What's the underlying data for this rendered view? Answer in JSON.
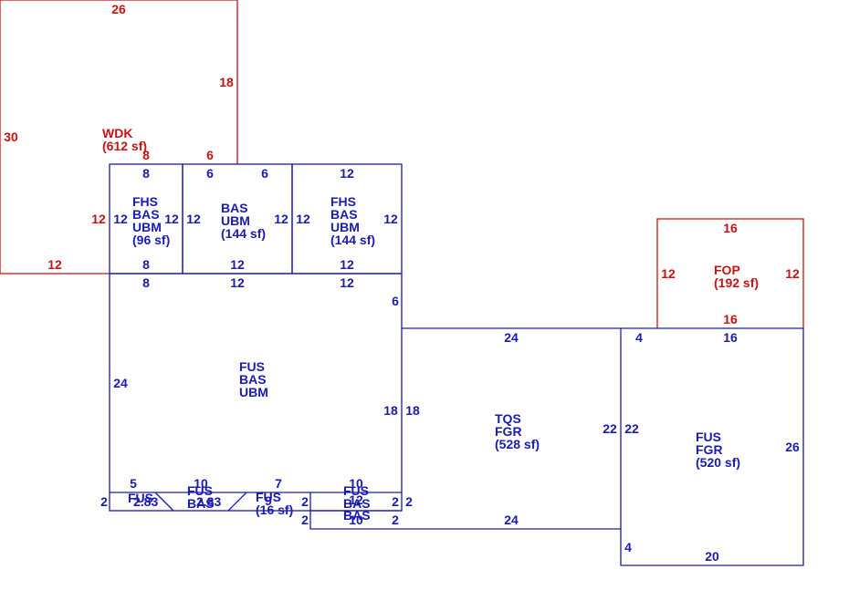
{
  "colors": {
    "deck": "#cc1111",
    "building": "#1a1ab4",
    "background": "#ffffff"
  },
  "areas": {
    "wdk": {
      "code": "WDK",
      "area": "(612 sf)"
    },
    "fhs_left": {
      "lines": [
        "FHS",
        "BAS",
        "UBM"
      ],
      "area": "(96 sf)"
    },
    "bas_mid": {
      "lines": [
        "BAS",
        "UBM"
      ],
      "area": "(144 sf)"
    },
    "fhs_right": {
      "lines": [
        "FHS",
        "BAS",
        "UBM"
      ],
      "area": "(144 sf)"
    },
    "fus_main": {
      "lines": [
        "FUS",
        "BAS",
        "UBM"
      ]
    },
    "tqs": {
      "lines": [
        "TQS",
        "FGR"
      ],
      "area": "(528 sf)"
    },
    "fus_garage": {
      "lines": [
        "FUS",
        "FGR"
      ],
      "area": "(520 sf)"
    },
    "fop": {
      "code": "FOP",
      "area": "(192 sf)"
    },
    "strip": {
      "a": "FUS",
      "a_dim": "2.83",
      "b1": "FUS",
      "b2": "BAS",
      "b_dim": "2.83",
      "c1": "FUS",
      "c2": "(16 sf)",
      "c_dim": "9",
      "d1": "FUS",
      "d2": "BAS",
      "d3": "BAS"
    }
  },
  "dims": {
    "wdk_top": "26",
    "wdk_right": "18",
    "wdk_left": "30",
    "wdk_bottom": "12",
    "wdk_left_inner": "12",
    "wdk_inner_a": "8",
    "wdk_inner_b": "6",
    "r1_top": "8",
    "r1_left": "12",
    "r1_right": "12",
    "r1_bottom": "8",
    "r2_top_a": "6",
    "r2_top_b": "6",
    "r2_left": "12",
    "r2_right": "12",
    "r2_bottom": "12",
    "r3_top": "12",
    "r3_left": "12",
    "r3_right": "12",
    "r3_bottom": "12",
    "m_top_a": "8",
    "m_top_b": "12",
    "m_top_c": "12",
    "m_right_a": "6",
    "m_left": "24",
    "m_right_b": "18",
    "t_top": "24",
    "t_left": "18",
    "t_right": "22",
    "t_bottom": "24",
    "g_left": "22",
    "g_right": "26",
    "g_top_a": "4",
    "g_top_b": "16",
    "g_left_b": "4",
    "g_bottom": "20",
    "fop_top": "16",
    "fop_left": "12",
    "fop_right": "12",
    "fop_bottom": "16",
    "s_a": "5",
    "s_b": "10",
    "s_c": "7",
    "s_d": "10",
    "s_left": "2",
    "s_e": "2",
    "s_f": "2",
    "s_g": "2",
    "s_h": "2",
    "s_i": "2",
    "s_j": "12",
    "s_k": "10"
  }
}
